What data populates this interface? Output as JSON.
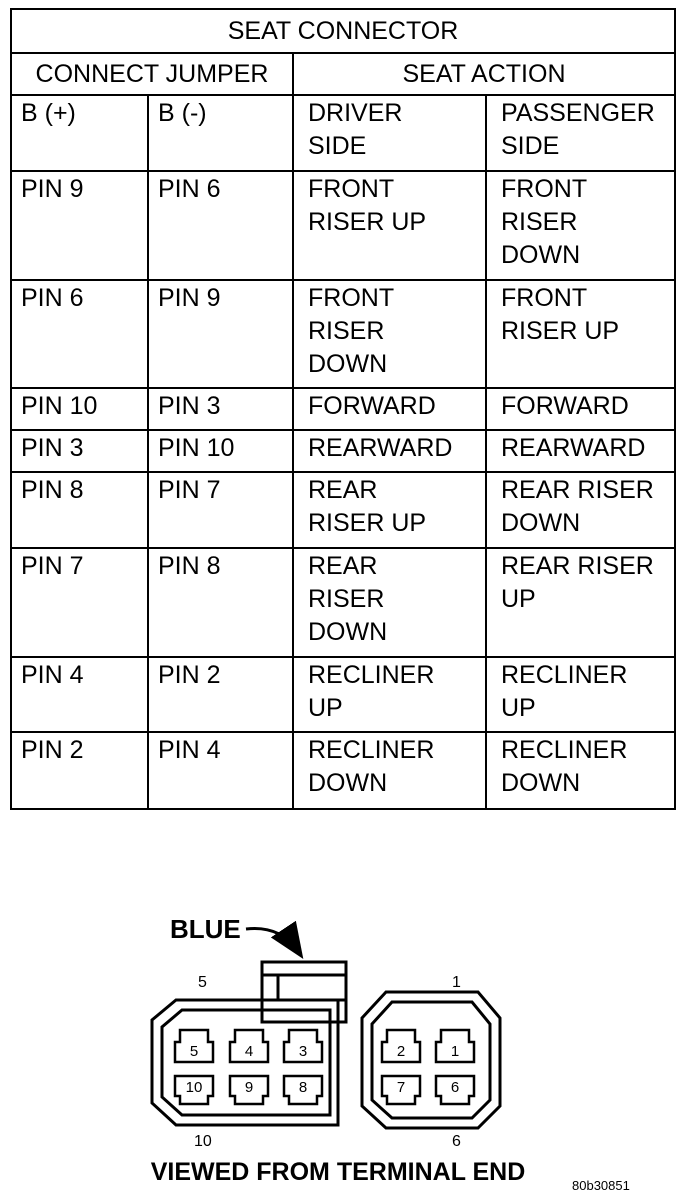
{
  "table": {
    "title": "SEAT CONNECTOR",
    "group_left": "CONNECT JUMPER",
    "group_right": "SEAT ACTION",
    "col_b_plus": "B (+)",
    "col_b_minus": "B (-)",
    "col_driver": "DRIVER\nSIDE",
    "col_passenger": "PASSENGER\nSIDE",
    "rows": [
      {
        "b_plus": "PIN 9",
        "b_minus": "PIN 6",
        "driver": "FRONT\nRISER UP",
        "passenger": "FRONT\nRISER\nDOWN"
      },
      {
        "b_plus": "PIN 6",
        "b_minus": "PIN 9",
        "driver": "FRONT\nRISER\nDOWN",
        "passenger": "FRONT\nRISER UP"
      },
      {
        "b_plus": "PIN 10",
        "b_minus": "PIN 3",
        "driver": "FORWARD",
        "passenger": "FORWARD"
      },
      {
        "b_plus": "PIN 3",
        "b_minus": "PIN 10",
        "driver": "REARWARD",
        "passenger": "REARWARD"
      },
      {
        "b_plus": "PIN 8",
        "b_minus": "PIN 7",
        "driver": "REAR\nRISER UP",
        "passenger": "REAR RISER\nDOWN"
      },
      {
        "b_plus": "PIN 7",
        "b_minus": "PIN 8",
        "driver": "REAR\nRISER\nDOWN",
        "passenger": "REAR RISER\nUP"
      },
      {
        "b_plus": "PIN 4",
        "b_minus": "PIN 2",
        "driver": "RECLINER\nUP",
        "passenger": "RECLINER\nUP"
      },
      {
        "b_plus": "PIN 2",
        "b_minus": "PIN 4",
        "driver": "RECLINER\nDOWN",
        "passenger": "RECLINER\nDOWN"
      }
    ]
  },
  "connector": {
    "callout": "BLUE",
    "corner_label_top_left": "5",
    "corner_label_top_right": "1",
    "corner_label_bottom_left": "10",
    "corner_label_bottom_right": "6",
    "left_pins": [
      "5",
      "4",
      "3",
      "10",
      "9",
      "8"
    ],
    "right_pins": [
      "2",
      "1",
      "7",
      "6"
    ],
    "caption": "VIEWED FROM TERMINAL END",
    "figure_code": "80b30851"
  }
}
